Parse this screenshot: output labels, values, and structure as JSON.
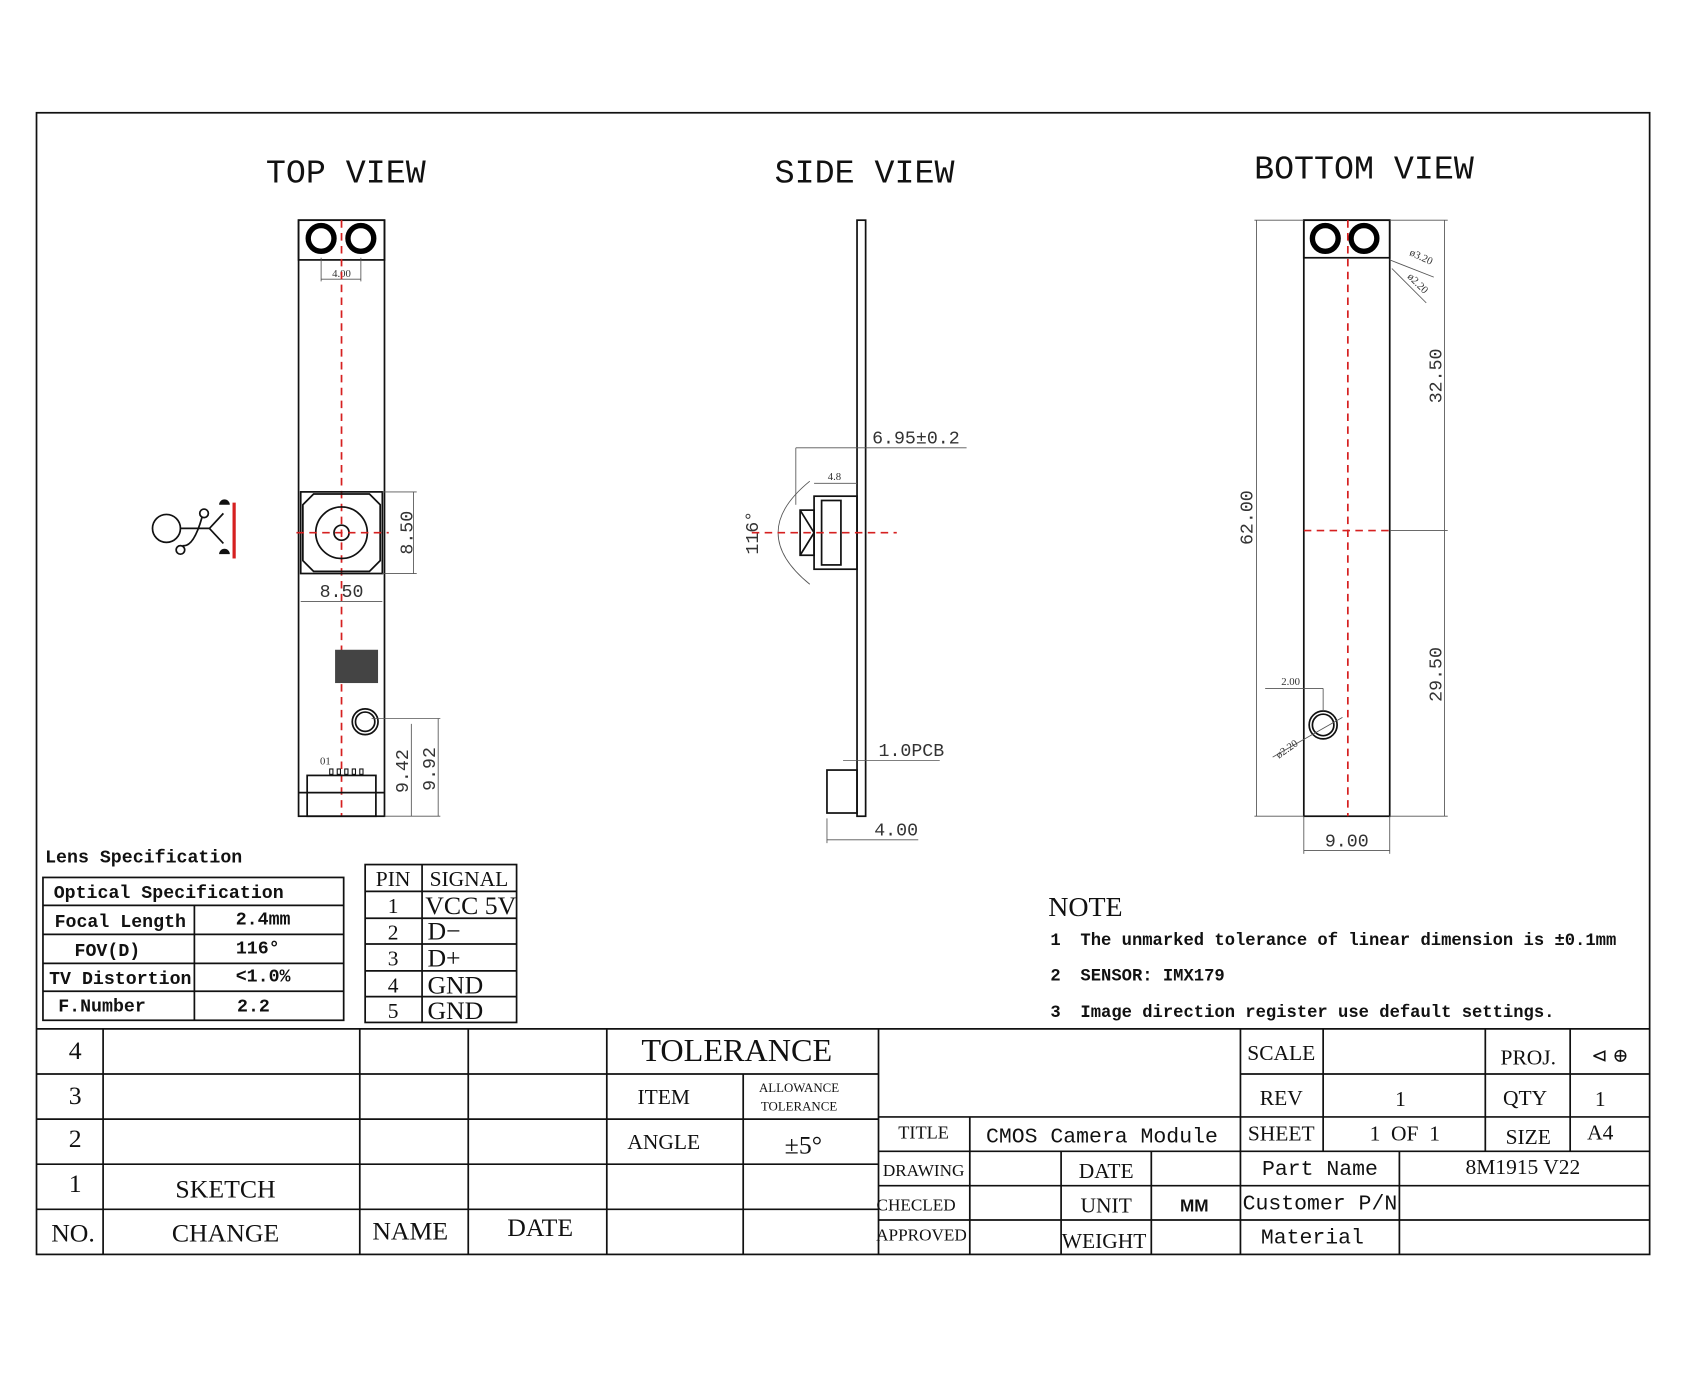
{
  "views": {
    "top": {
      "title": "TOP VIEW",
      "dims": {
        "hole_pitch": "4.00",
        "sensor_h": "8.50",
        "sensor_w": "8.50",
        "d1": "9.42",
        "d2": "9.92"
      },
      "pin1_label": "01"
    },
    "side": {
      "title": "SIDE VIEW",
      "dims": {
        "height": "6.95±0.2",
        "holder": "4.8",
        "fov": "116°",
        "pcb": "1.0PCB",
        "connector": "4.00"
      }
    },
    "bottom": {
      "title": "BOTTOM VIEW",
      "dims": {
        "hole_outer": "ø3.20",
        "hole_inner": "ø2.20",
        "upper": "32.50",
        "lower": "29.50",
        "length": "62.00",
        "width": "9.00",
        "offset": "2.00",
        "hole2": "ø2.20"
      }
    }
  },
  "lens_spec": {
    "title": "Lens Specification",
    "header": "Optical Specification",
    "rows": [
      {
        "label": "Focal Length",
        "value": "2.4mm"
      },
      {
        "label": "FOV(D)",
        "value": "116°"
      },
      {
        "label": "TV Distortion",
        "value": "<1.0%"
      },
      {
        "label": "F.Number",
        "value": "2.2"
      }
    ]
  },
  "pin_table": {
    "headers": [
      "PIN",
      "SIGNAL"
    ],
    "rows": [
      {
        "pin": "1",
        "signal": "VCC 5V"
      },
      {
        "pin": "2",
        "signal": "D−"
      },
      {
        "pin": "3",
        "signal": "D+"
      },
      {
        "pin": "4",
        "signal": "GND"
      },
      {
        "pin": "5",
        "signal": "GND"
      }
    ]
  },
  "notes": {
    "title": "NOTE",
    "items": [
      {
        "num": "1",
        "text": "The unmarked tolerance of linear dimension is ±0.1mm"
      },
      {
        "num": "2",
        "text": "SENSOR: IMX179"
      },
      {
        "num": "3",
        "text": "Image direction register use default settings."
      }
    ]
  },
  "revision_table": {
    "rows": [
      {
        "no": "4",
        "change": ""
      },
      {
        "no": "3",
        "change": ""
      },
      {
        "no": "2",
        "change": ""
      },
      {
        "no": "1",
        "change": "SKETCH"
      }
    ],
    "headers": {
      "no": "NO.",
      "change": "CHANGE",
      "name": "NAME",
      "date": "DATE"
    }
  },
  "tolerance": {
    "title": "TOLERANCE",
    "item_label": "ITEM",
    "allowance_label_1": "ALLOWANCE",
    "allowance_label_2": "TOLERANCE",
    "angle_label": "ANGLE",
    "angle_value": "±5°"
  },
  "title_block": {
    "scale_label": "SCALE",
    "scale_value": "",
    "proj_label": "PROJ.",
    "proj_symbol": "⊲ ⊕",
    "rev_label": "REV",
    "rev_value": "1",
    "qty_label": "QTY",
    "qty_value": "1",
    "title_label": "TITLE",
    "title_value": "CMOS  Camera Module",
    "sheet_label": "SHEET",
    "sheet_value": "1  OF  1",
    "size_label": "SIZE",
    "size_value": "A4",
    "drawing_label": "DRAWING",
    "date_label": "DATE",
    "checked_label": "CHECLED",
    "unit_label": "UNIT",
    "unit_value": "MM",
    "approved_label": "APPROVED",
    "weight_label": "WEIGHT",
    "part_name_label": "Part Name",
    "part_name_value": "8M1915 V22",
    "customer_pn_label": "Customer P/N",
    "customer_pn_value": "",
    "material_label": "Material",
    "material_value": ""
  }
}
